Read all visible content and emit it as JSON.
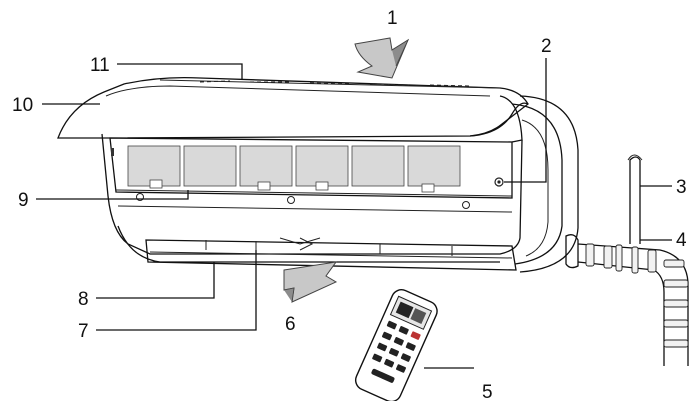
{
  "diagram": {
    "callouts": [
      {
        "id": "1",
        "label": "1"
      },
      {
        "id": "2",
        "label": "2"
      },
      {
        "id": "3",
        "label": "3"
      },
      {
        "id": "4",
        "label": "4"
      },
      {
        "id": "5",
        "label": "5"
      },
      {
        "id": "6",
        "label": "6"
      },
      {
        "id": "7",
        "label": "7"
      },
      {
        "id": "8",
        "label": "8"
      },
      {
        "id": "9",
        "label": "9"
      },
      {
        "id": "10",
        "label": "10"
      },
      {
        "id": "11",
        "label": "11"
      }
    ],
    "colors": {
      "line": "#111111",
      "filter": "#d9d9d9",
      "arrow": "#c8c8c8",
      "hose": "#f2f2f2"
    },
    "icons": [
      "air-in-arrow-icon",
      "air-out-arrow-icon",
      "remote-control-icon"
    ]
  }
}
